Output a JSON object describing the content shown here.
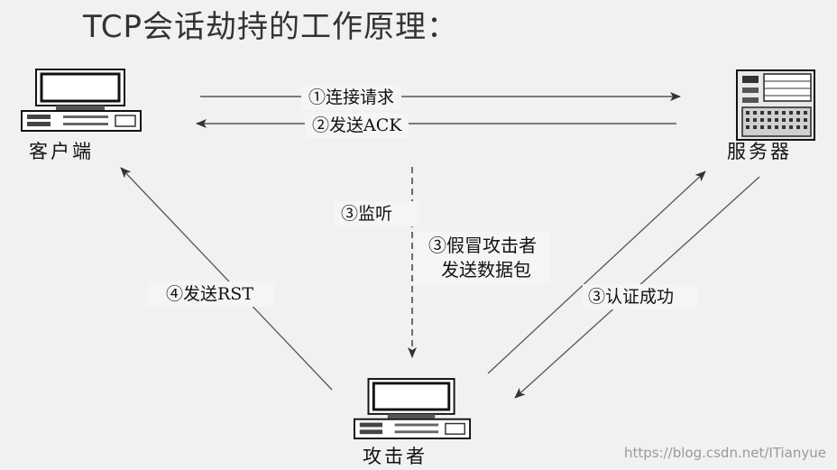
{
  "title": "TCP会话劫持的工作原理：",
  "nodes": {
    "client": "客户端",
    "server": "服务器",
    "attacker": "攻击者"
  },
  "messages": {
    "m1": "①连接请求",
    "m2": "②发送ACK",
    "m3_listen": "③监听",
    "m3_forge_line1": "③假冒攻击者",
    "m3_forge_line2": "发送数据包",
    "m3_auth": "③认证成功",
    "m4": "④发送RST"
  },
  "watermark": "https://blog.csdn.net/ITianyue",
  "colors": {
    "background": "#f1f1f1",
    "line": "#555555",
    "label_bg": "#f5f5f5"
  }
}
